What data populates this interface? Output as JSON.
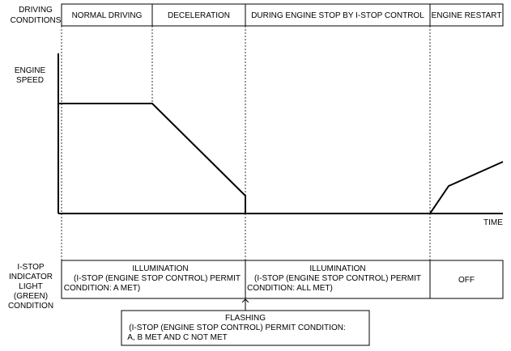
{
  "header": {
    "row_label": [
      "DRIVING",
      "CONDITIONS"
    ],
    "phases": [
      "NORMAL DRIVING",
      "DECELERATION",
      "DURING ENGINE STOP BY I-STOP CONTROL",
      "ENGINE RESTART"
    ]
  },
  "graph": {
    "y_label": [
      "ENGINE",
      "SPEED"
    ],
    "x_label": "TIME"
  },
  "indicator": {
    "row_label": [
      "I-STOP",
      "INDICATOR",
      "LIGHT",
      "(GREEN)",
      "CONDITION"
    ],
    "states": [
      [
        "ILLUMINATION",
        "(I-STOP (ENGINE STOP CONTROL) PERMIT",
        "CONDITION: A MET)"
      ],
      [
        "ILLUMINATION",
        "(I-STOP (ENGINE STOP CONTROL) PERMIT",
        "CONDITION: ALL MET)"
      ],
      [
        "OFF"
      ]
    ]
  },
  "flashing": {
    "lines": [
      "FLASHING",
      "(I-STOP (ENGINE STOP CONTROL) PERMIT CONDITION:",
      "A, B MET AND C NOT MET"
    ]
  }
}
